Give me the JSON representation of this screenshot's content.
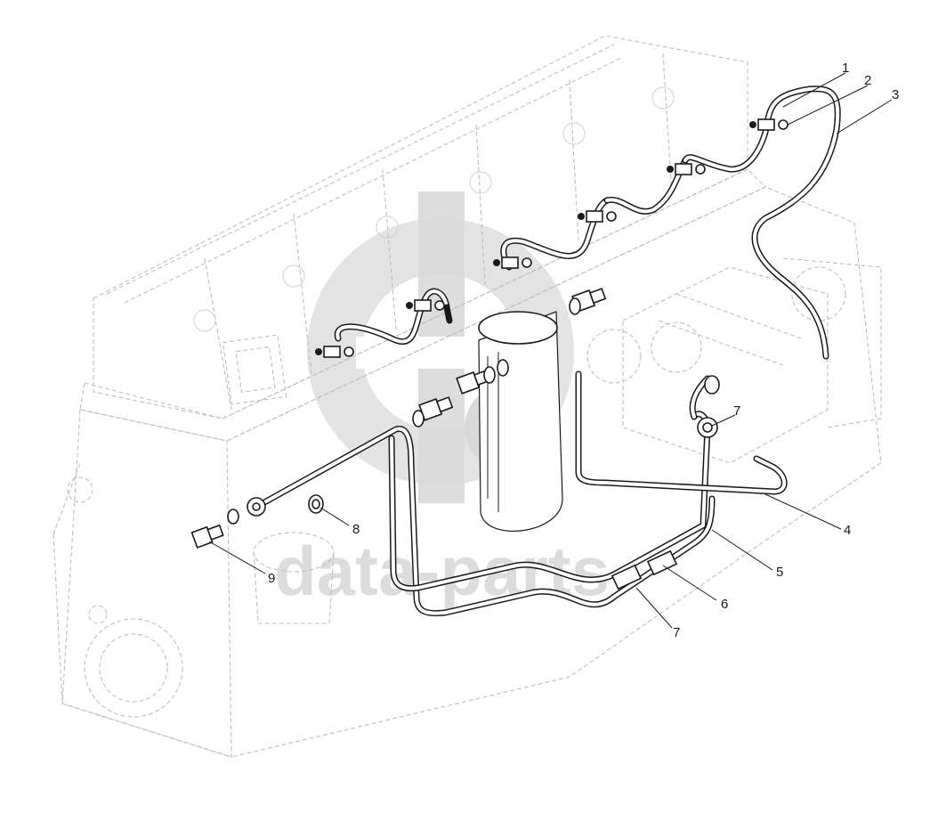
{
  "watermark": {
    "text": "data-parts",
    "color": "#d9d9d9"
  },
  "callouts": [
    {
      "id": "c1",
      "label": "1"
    },
    {
      "id": "c2",
      "label": "2"
    },
    {
      "id": "c3",
      "label": "3"
    },
    {
      "id": "c4",
      "label": "4"
    },
    {
      "id": "c5",
      "label": "5"
    },
    {
      "id": "c6",
      "label": "6"
    },
    {
      "id": "c7a",
      "label": "7"
    },
    {
      "id": "c7b",
      "label": "7"
    },
    {
      "id": "c8",
      "label": "8"
    },
    {
      "id": "c9",
      "label": "9"
    }
  ],
  "colors": {
    "line": "#1a1a1a",
    "ghost": "#bdbdbd",
    "background": "#ffffff"
  }
}
